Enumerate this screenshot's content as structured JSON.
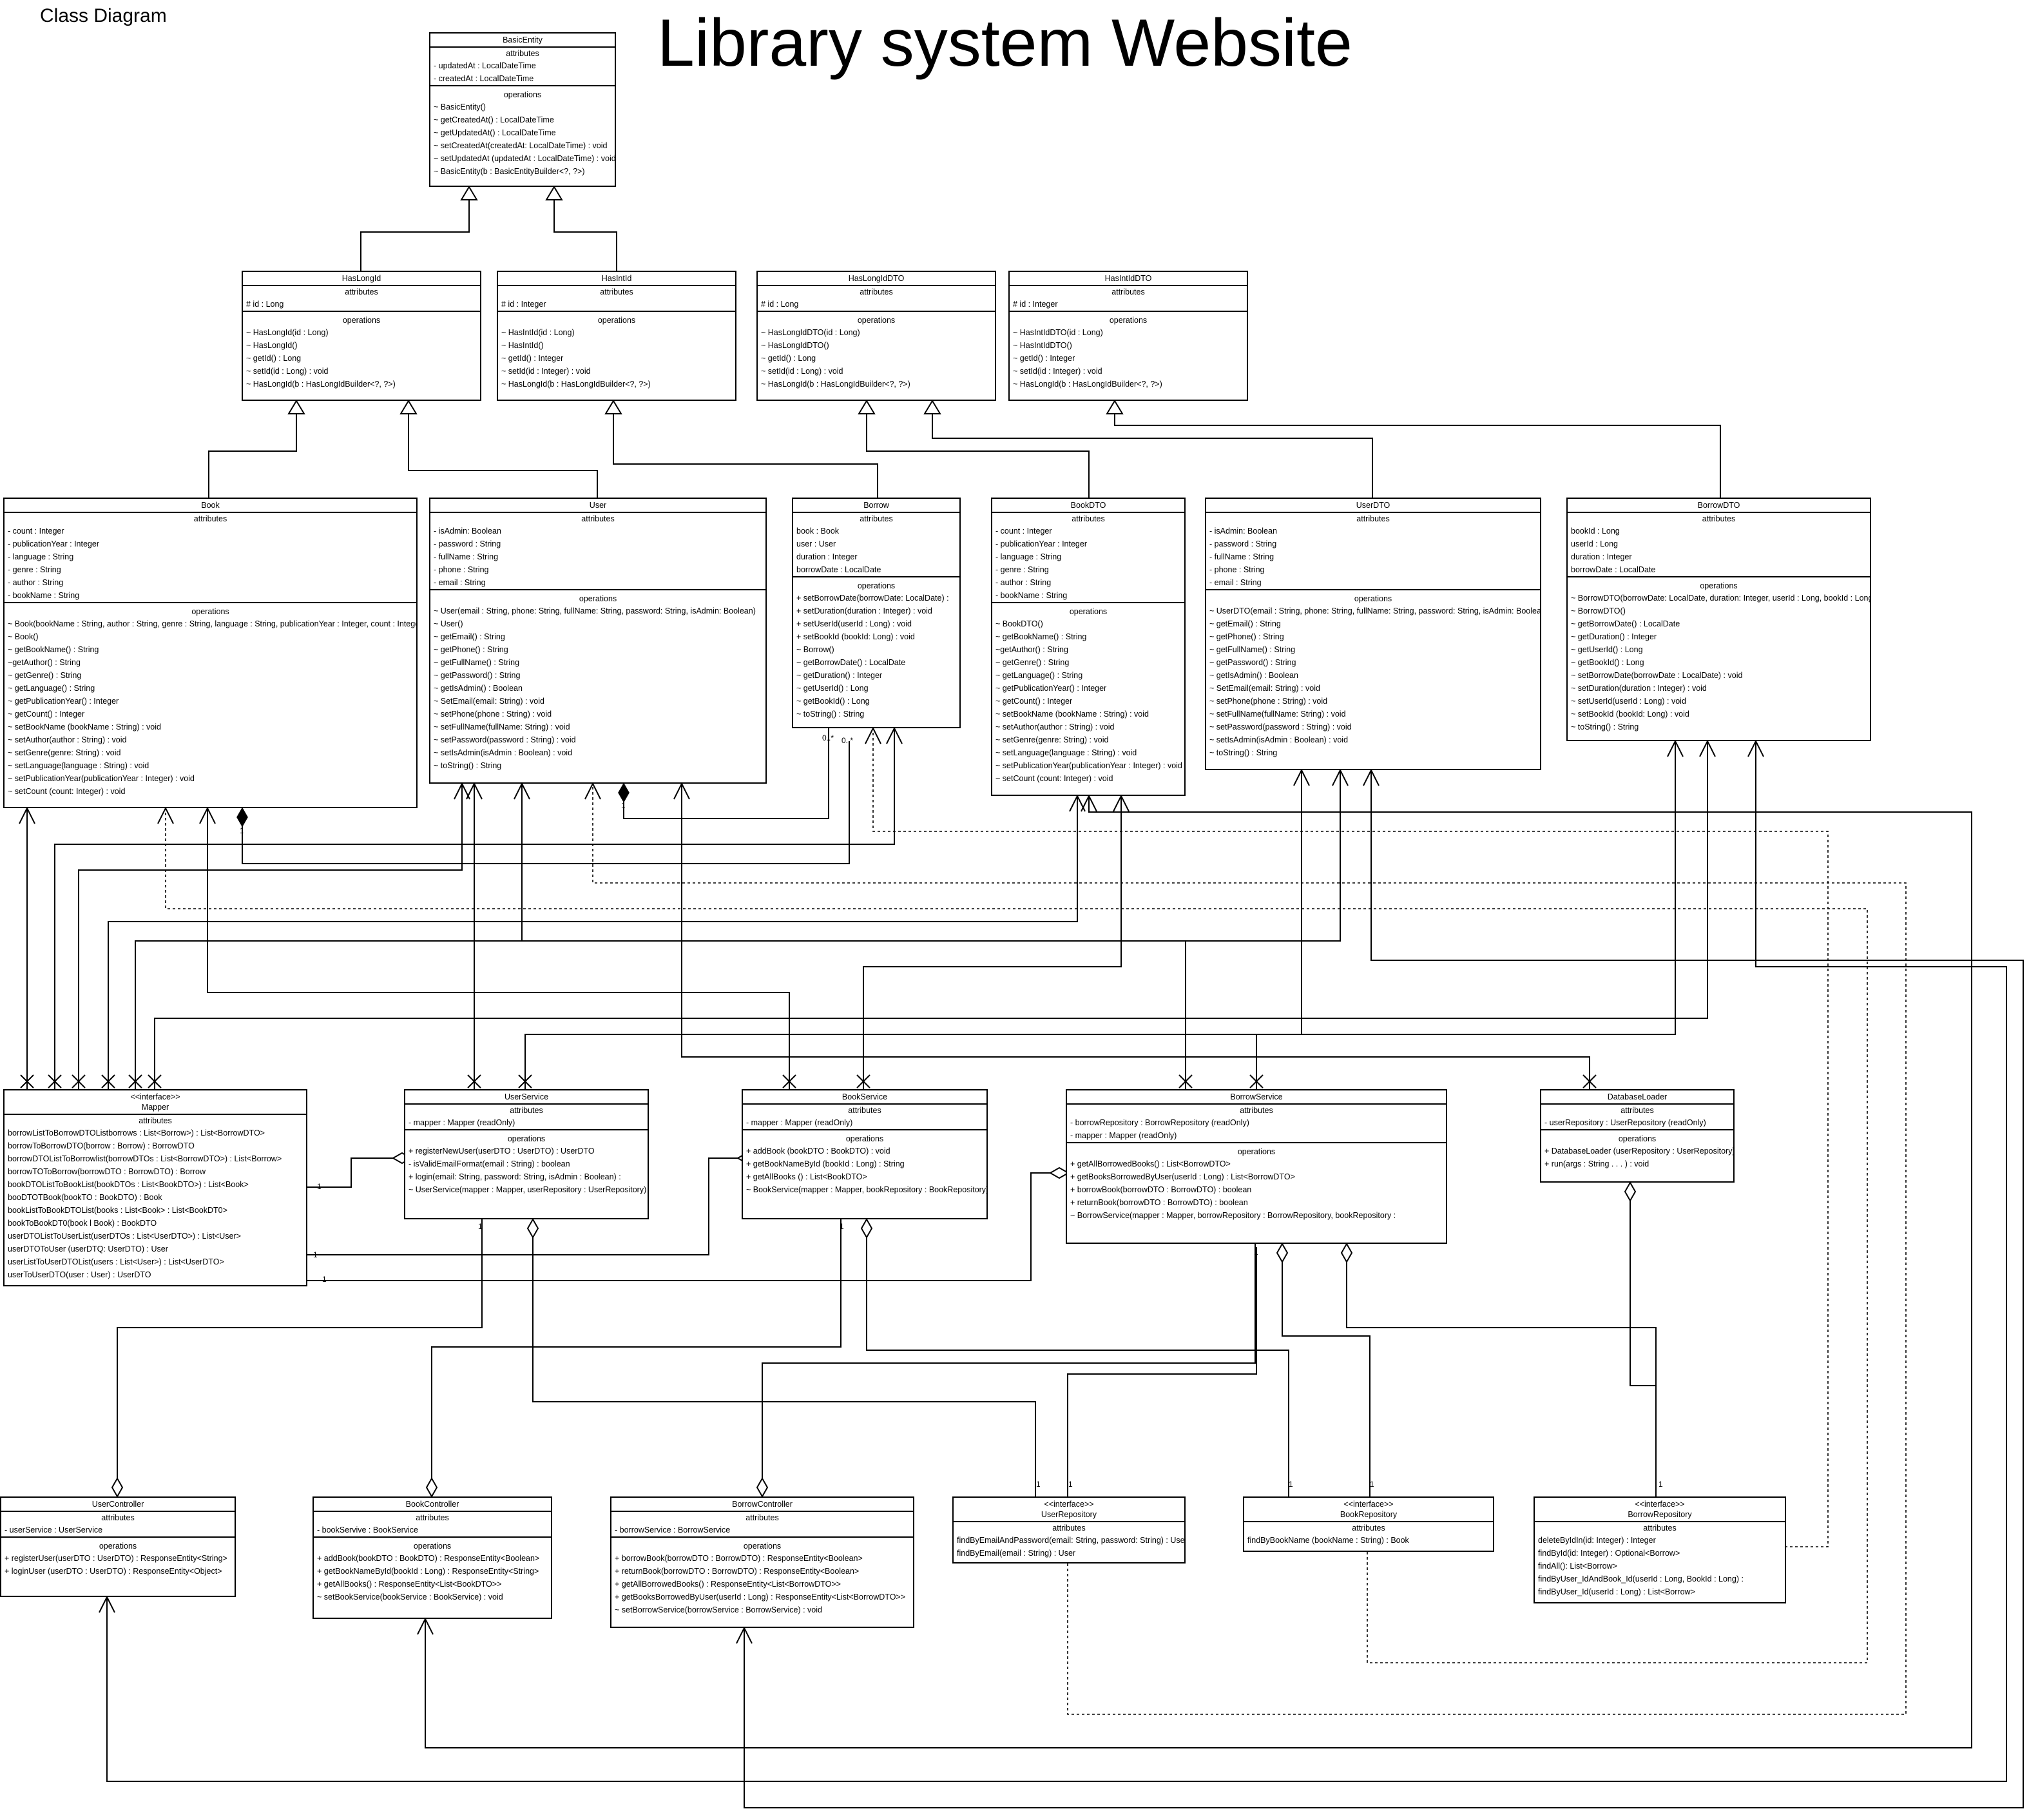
{
  "header": {
    "subtitle": "Class Diagram",
    "title": "Library system Website"
  },
  "sections": {
    "attributes": "attributes",
    "operations": "operations"
  },
  "classes": {
    "basicEntity": {
      "name": "BasicEntity",
      "attributes": [
        "- updatedAt : LocalDateTime",
        "- createdAt : LocalDateTime"
      ],
      "operations": [
        "~ BasicEntity()",
        "~ getCreatedAt() : LocalDateTime",
        "~ getUpdatedAt() : LocalDateTime",
        "~ setCreatedAt(createdAt: LocalDateTime) : void",
        "~ setUpdatedAt (updatedAt : LocalDateTime) : void",
        "~ BasicEntity(b : BasicEntityBuilder<?, ?>)"
      ]
    },
    "hasLongId": {
      "name": "HasLongId",
      "attributes": [
        "# id : Long"
      ],
      "operations": [
        "~ HasLongId(id : Long)",
        "~ HasLongId()",
        "~ getId() : Long",
        "~ setId(id : Long) : void",
        "~ HasLongId(b : HasLongIdBuilder<?, ?>)"
      ]
    },
    "hasIntId": {
      "name": "HasIntId",
      "attributes": [
        "# id : Integer"
      ],
      "operations": [
        "~ HasIntId(id : Long)",
        "~ HasIntId()",
        "~ getId() : Integer",
        "~ setId(id : Integer) : void",
        "~ HasLongId(b : HasLongIdBuilder<?, ?>)"
      ]
    },
    "hasLongIdDTO": {
      "name": "HasLongIdDTO",
      "attributes": [
        "# id : Long"
      ],
      "operations": [
        "~ HasLongIdDTO(id : Long)",
        "~ HasLongIdDTO()",
        "~ getId() : Long",
        "~ setId(id : Long) : void",
        "~ HasLongId(b : HasLongIdBuilder<?, ?>)"
      ]
    },
    "hasIntIdDTO": {
      "name": "HasIntIdDTO",
      "attributes": [
        "# id : Integer"
      ],
      "operations": [
        "~ HasIntIdDTO(id : Long)",
        "~ HasIntIdDTO()",
        "~ getId() : Integer",
        "~ setId(id : Integer) : void",
        "~ HasLongId(b : HasLongIdBuilder<?, ?>)"
      ]
    },
    "book": {
      "name": "Book",
      "attributes": [
        "- count : Integer",
        "- publicationYear : Integer",
        "- language : String",
        "- genre : String",
        "- author : String",
        "- bookName : String"
      ],
      "operations": [
        "~ Book(bookName : String, author : String, genre : String, language : String, publicationYear : Integer, count : Integer)",
        "~ Book()",
        "~ getBookName() : String",
        "~getAuthor() : String",
        "~ getGenre() : String",
        "~ getLanguage() : String",
        "~ getPublicationYear() : Integer",
        "~ getCount() : Integer",
        "~ setBookName (bookName : String) : void",
        "~ setAuthor(author : String) : void",
        "~ setGenre(genre: String) : void",
        "~ setLanguage(language : String) : void",
        "~ setPublicationYear(publicationYear : Integer) : void",
        "~ setCount (count: Integer) : void"
      ]
    },
    "user": {
      "name": "User",
      "attributes": [
        "- isAdmin: Boolean",
        "- password : String",
        "- fullName : String",
        "- phone : String",
        "- email : String"
      ],
      "operations": [
        "~ User(email : String, phone: String, fullName: String, password: String, isAdmin: Boolean)",
        "~ User()",
        "~ getEmail() : String",
        "~ getPhone() : String",
        "~ getFullName() : String",
        "~ getPassword() : String",
        "~ getIsAdmin() : Boolean",
        "~ SetEmail(email: String) : void",
        "~ setPhone(phone : String) : void",
        "~ setFullName(fullName: String) : void",
        "~ setPassword(password : String) : void",
        "~ setIsAdmin(isAdmin : Boolean) : void",
        "~ toString() : String"
      ]
    },
    "borrow": {
      "name": "Borrow",
      "attributes": [
        "book : Book",
        "user : User",
        "duration : Integer",
        "borrowDate : LocalDate"
      ],
      "operations": [
        "+ setBorrowDate(borrowDate: LocalDate) :",
        "+ setDuration(duration : Integer) : void",
        "+ setUserId(userId : Long) : void",
        "+ setBookId (bookId: Long) : void",
        "~ Borrow()",
        "~ getBorrowDate() : LocalDate",
        "~ getDuration() : Integer",
        "~ getUserId() : Long",
        "~ getBookId() : Long",
        "~ toString() : String"
      ]
    },
    "bookDTO": {
      "name": "BookDTO",
      "attributes": [
        "- count : Integer",
        "- publicationYear : Integer",
        "- language : String",
        "- genre : String",
        "- author : String",
        "- bookName : String"
      ],
      "operations": [
        "~ BookDTO()",
        "~ getBookName() : String",
        "~getAuthor() : String",
        "~ getGenre() : String",
        "~ getLanguage() : String",
        "~ getPublicationYear() : Integer",
        "~ getCount() : Integer",
        "~ setBookName (bookName : String) : void",
        "~ setAuthor(author : String) : void",
        "~ setGenre(genre: String) : void",
        "~ setLanguage(language : String) : void",
        "~ setPublicationYear(publicationYear : Integer) : void",
        "~ setCount (count: Integer) : void"
      ]
    },
    "userDTO": {
      "name": "UserDTO",
      "attributes": [
        "- isAdmin: Boolean",
        "- password : String",
        "- fullName : String",
        "- phone : String",
        "- email : String"
      ],
      "operations": [
        "~ UserDTO(email : String, phone: String, fullName: String, password: String, isAdmin: Boolean)",
        "~ getEmail() : String",
        "~ getPhone() : String",
        "~ getFullName() : String",
        "~ getPassword() : String",
        "~ getIsAdmin() : Boolean",
        "~ SetEmail(email: String) : void",
        "~ setPhone(phone : String) : void",
        "~ setFullName(fullName: String) : void",
        "~ setPassword(password : String) : void",
        "~ setIsAdmin(isAdmin : Boolean) : void",
        "~ toString() : String"
      ]
    },
    "borrowDTO": {
      "name": "BorrowDTO",
      "attributes": [
        "bookId : Long",
        "userId : Long",
        "duration : Integer",
        "borrowDate : LocalDate"
      ],
      "operations": [
        "~ BorrowDTO(borrowDate: LocalDate, duration: Integer, userId : Long, bookId : Long)",
        "~ BorrowDTO()",
        "~ getBorrowDate() : LocalDate",
        "~ getDuration() : Integer",
        "~ getUserId() : Long",
        "~ getBookId() : Long",
        "~ setBorrowDate(borrowDate : LocalDate) : void",
        "~ setDuration(duration : Integer) : void",
        "~ setUserId(userId : Long) : void",
        "~ setBookId (bookId: Long) : void",
        "~ toString() : String"
      ]
    },
    "mapper": {
      "stereotype": "<<interface>>",
      "name": "Mapper",
      "attributes": [
        "borrowListToBorrowDTOListborrows : List<Borrow>) : List<BorrowDTO>",
        "borrowToBorrowDTO(borrow : Borrow) : BorrowDTO",
        "borrowDTOListToBorrowlist(borrowDTOs : List<BorrowDTO>) : List<Borrow>",
        "borrowTOToBorrow(borrowDTO : BorrowDTO) : Borrow",
        "bookDTOListToBookList(bookDTOs : List<BookDTO>) : List<Book>",
        "booDTOTBook(bookTO : BookDTO) : Book",
        "bookListToBookDTOList(books : List<Book> : List<BookDT0>",
        "bookToBookDT0(book l Book) : BookDTO",
        "userDTOListToUserList(userDTOs : List<UserDTO>) : List<User>",
        "userDTOToUser (userDTQ: UserDTO) : User",
        "userListToUserDTOList(users : List<User>) : List<UserDTO>",
        "userToUserDTO(user : User) : UserDTO"
      ]
    },
    "userService": {
      "name": "UserService",
      "attributes": [
        "- mapper : Mapper (readOnly)"
      ],
      "operations": [
        "+ registerNewUser(userDTO : UserDTO) : UserDTO",
        "- isValidEmailFormat(email : String) : boolean",
        "+ login(email: String, password: String, isAdmin : Boolean) :",
        "~ UserService(mapper : Mapper, userRepository : UserRepository)"
      ]
    },
    "bookService": {
      "name": "BookService",
      "attributes": [
        "- mapper : Mapper (readOnly)"
      ],
      "operations": [
        "+ addBook (bookDTO : BookDTO) : void",
        "+ getBookNameById (bookId : Long) : String",
        "+ getAllBooks () : List<BookDTO>",
        "~ BookService(mapper : Mapper, bookRepository : BookRepository)"
      ]
    },
    "borrowService": {
      "name": "BorrowService",
      "attributes": [
        "- borrowRepository : BorrowRepository (readOnly)",
        "- mapper : Mapper (readOnly)"
      ],
      "operations": [
        "+ getAllBorrowedBooks() : List<BorrowDTO>",
        "+ getBooksBorrowedByUser(userId : Long) : List<BorrowDTO>",
        "+ borrowBook(borrowDTO : BorrowDTO) : boolean",
        "+ returnBook(borrowDTO : BorrowDTO) : boolean",
        "~ BorrowService(mapper : Mapper, borrowRepository :  BorrowRepository, bookRepository :"
      ]
    },
    "databaseLoader": {
      "name": "DatabaseLoader",
      "attributes": [
        "- userRepository : UserRepository (readOnly)"
      ],
      "operations": [
        "+ DatabaseLoader (userRepository : UserRepository)",
        "+ run(args : String . . . ) : void"
      ]
    },
    "userController": {
      "name": "UserController",
      "attributes": [
        "- userService : UserService"
      ],
      "operations": [
        "+ registerUser(userDTO : UserDTO) : ResponseEntity<String>",
        "+ loginUser (userDTO : UserDTO) : ResponseEntity<Object>"
      ]
    },
    "bookController": {
      "name": "BookController",
      "attributes": [
        "- bookServive : BookService"
      ],
      "operations": [
        "+ addBook(bookDTO : BookDTO) : ResponseEntity<Boolean>",
        "+ getBookNameById(bookId : Long) : ResponseEntity<String>",
        "+ getAllBooks() : ResponseEntity<List<BookDTO>>",
        "~ setBookService(bookService : BookService) : void"
      ]
    },
    "borrowController": {
      "name": "BorrowController",
      "attributes": [
        "- borrowService : BorrowService"
      ],
      "operations": [
        "+ borrowBook(borrowDTO : BorrowDTO) : ResponseEntity<Boolean>",
        "+ returnBook(borrowDTO : BorrowDTO) : ResponseEntity<Boolean>",
        "+ getAllBorrowedBooks() : ResponseEntity<List<BorrowDTO>>",
        "+ getBooksBorrowedByUser(userId : Long) : ResponseEntity<List<BorrowDTO>>",
        "~ setBorrowService(borrowService : BorrowService) : void"
      ]
    },
    "userRepository": {
      "stereotype": "<<interface>>",
      "name": "UserRepository",
      "attributes": [
        "findByEmailAndPassword(email: String, password: String) : User",
        "findByEmail(email : String) : User"
      ],
      "operations": []
    },
    "bookRepository": {
      "stereotype": "<<interface>>",
      "name": "BookRepository",
      "attributes": [
        "findByBookName (bookName : String) : Book"
      ],
      "operations": []
    },
    "borrowRepository": {
      "stereotype": "<<interface>>",
      "name": "BorrowRepository",
      "attributes": [
        "deleteByIdIn(id: Integer) : Integer",
        "findById(id: Integer) : Optional<Borrow>",
        "findAll(): List<Borrow>",
        "findByUser_IdAndBook_Id(userId : Long, BookId : Long) :",
        "findByUser_Id(userId : Long) : List<Borrow>"
      ],
      "operations": []
    }
  },
  "multiplicities": [
    {
      "text": "0..*"
    },
    {
      "text": "0..*"
    },
    {
      "text": "1"
    },
    {
      "text": "1"
    },
    {
      "text": "1"
    },
    {
      "text": "1"
    },
    {
      "text": "1"
    },
    {
      "text": "1"
    },
    {
      "text": "1"
    },
    {
      "text": "1"
    },
    {
      "text": "1"
    },
    {
      "text": "1"
    },
    {
      "text": "1"
    },
    {
      "text": "1"
    },
    {
      "text": "1"
    }
  ]
}
